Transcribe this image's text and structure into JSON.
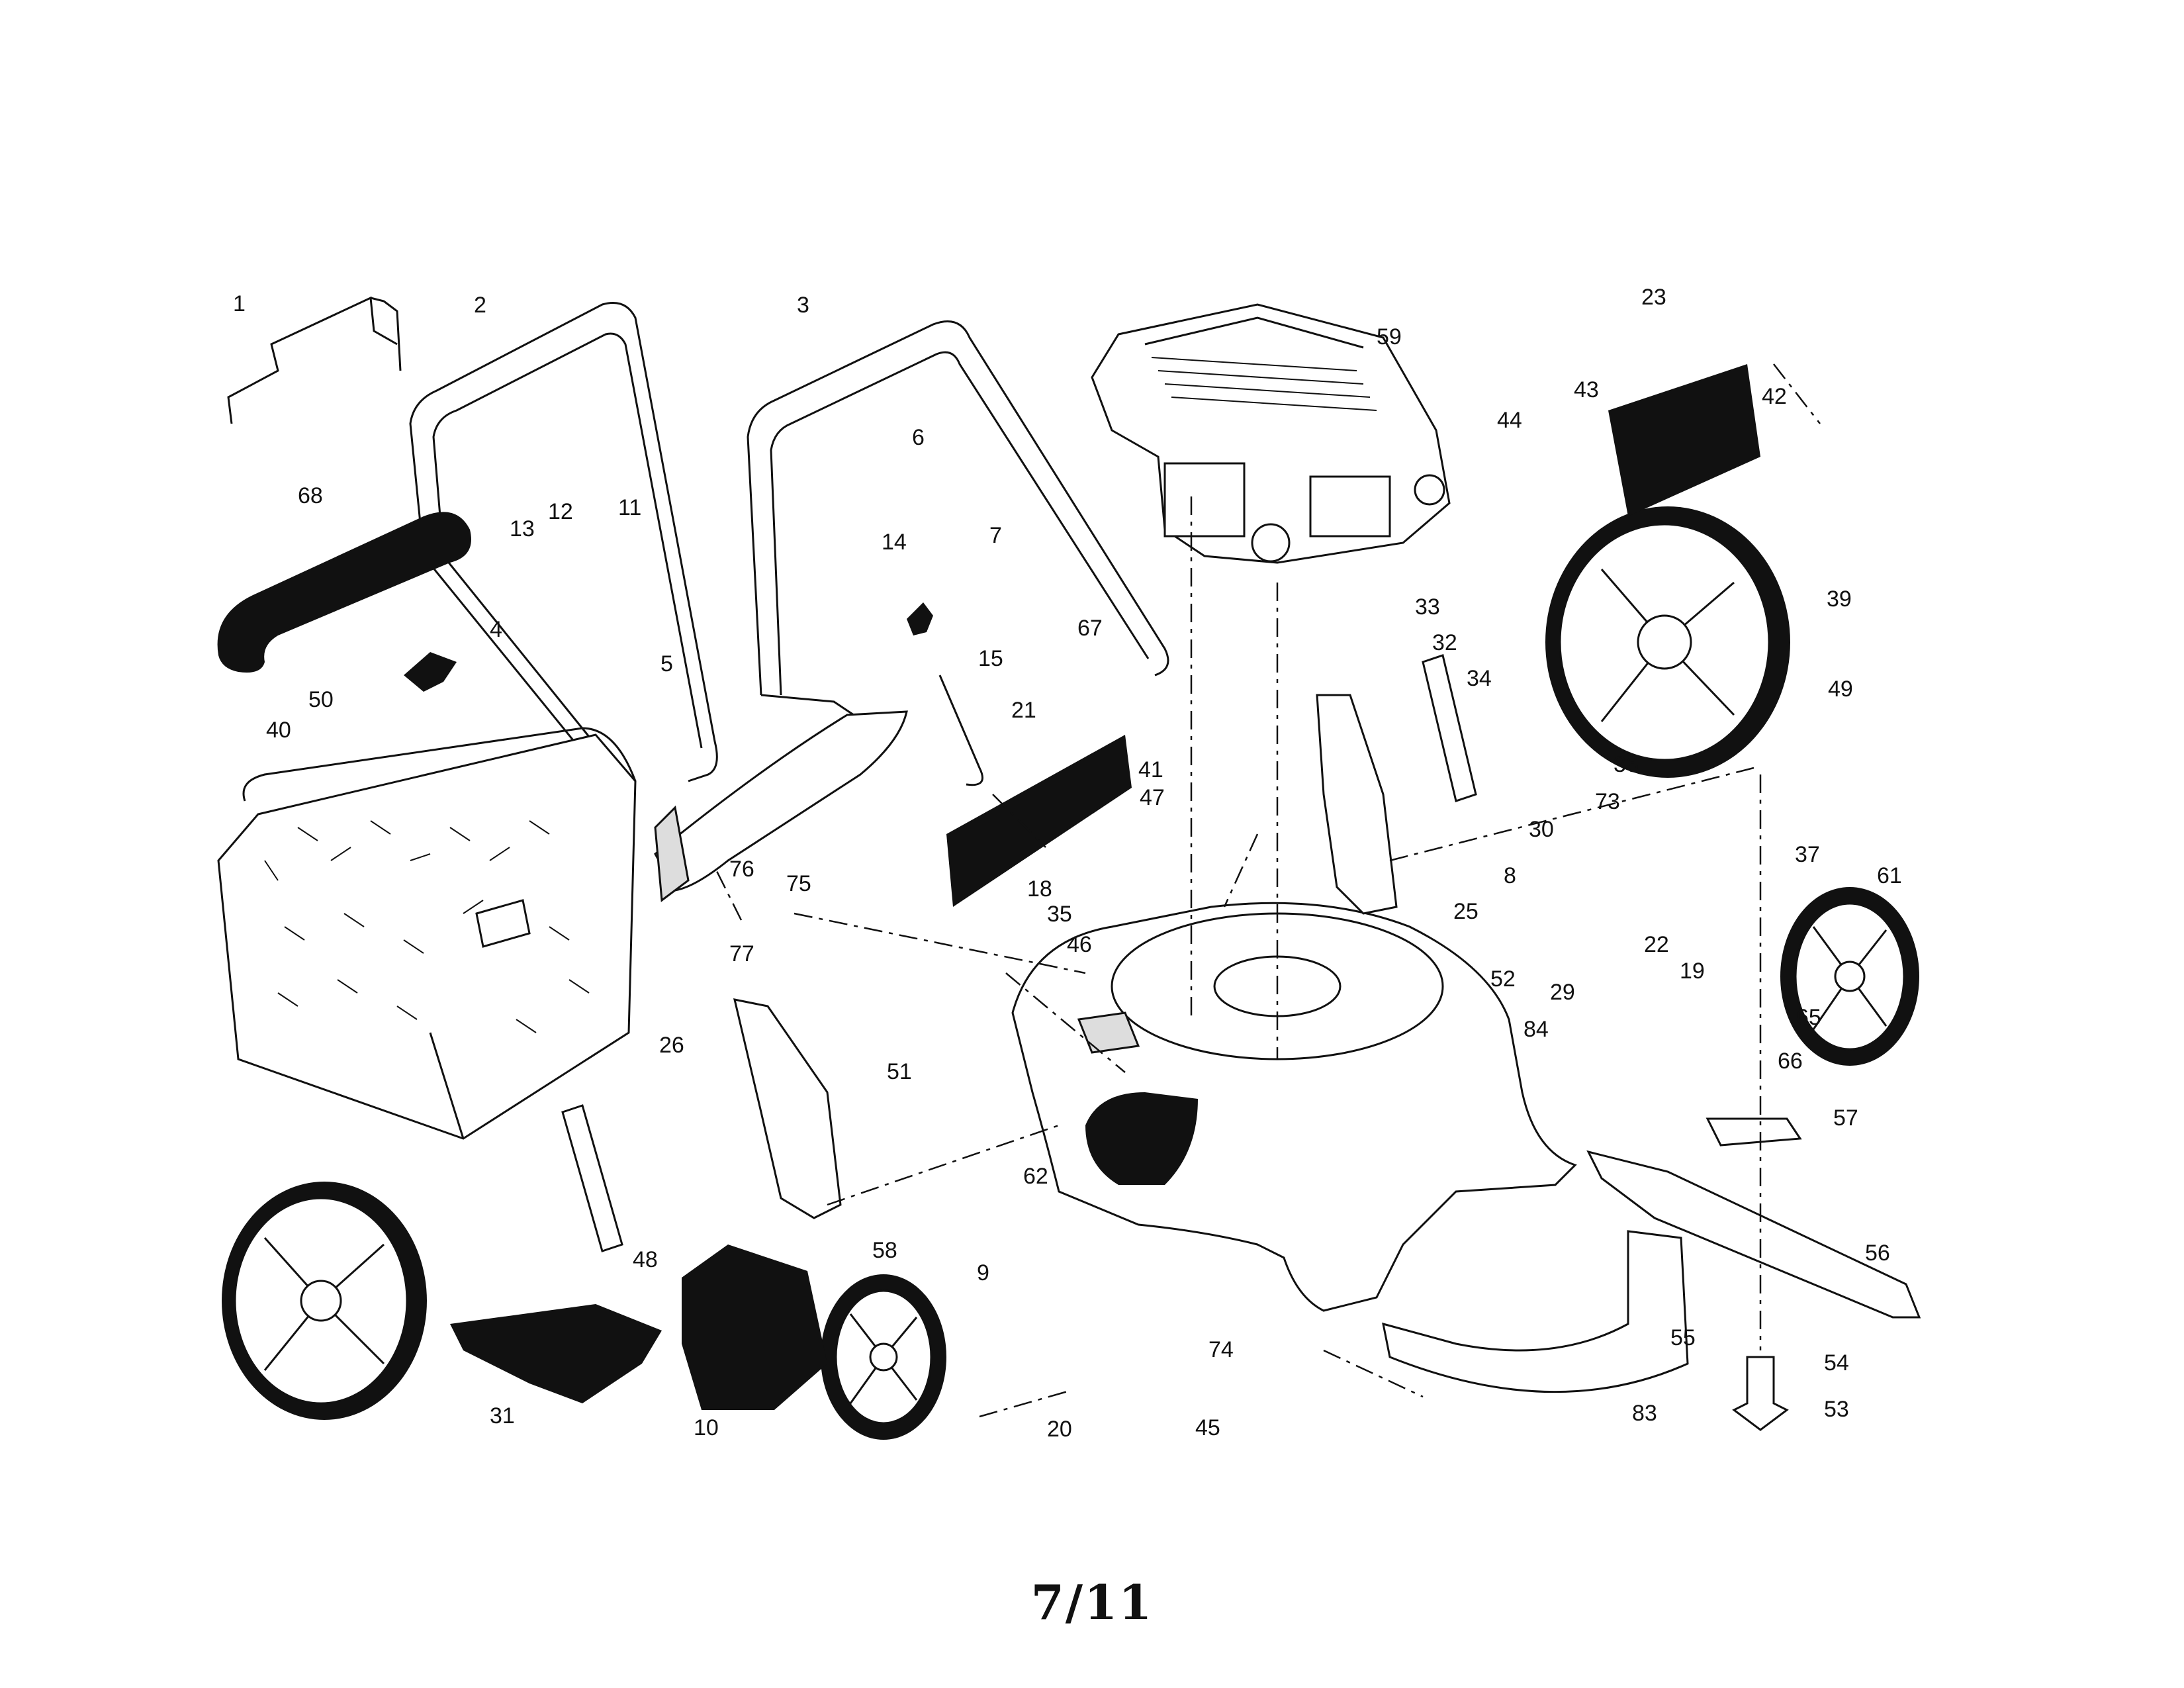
{
  "page_number": "7/11",
  "colors": {
    "ink": "#111111",
    "paper": "#ffffff"
  },
  "callouts": [
    "1",
    "2",
    "3",
    "4",
    "5",
    "6",
    "7",
    "8",
    "9",
    "10",
    "11",
    "12",
    "13",
    "14",
    "15",
    "18",
    "19",
    "20",
    "21",
    "22",
    "23",
    "25",
    "26",
    "29",
    "30",
    "31",
    "32",
    "33",
    "34",
    "35",
    "36",
    "37",
    "39",
    "40",
    "41",
    "42",
    "43",
    "44",
    "45",
    "46",
    "47",
    "48",
    "49",
    "50",
    "51",
    "52",
    "53",
    "54",
    "55",
    "56",
    "57",
    "58",
    "59",
    "61",
    "62",
    "65",
    "66",
    "67",
    "68",
    "73",
    "74",
    "75",
    "76",
    "77",
    "83",
    "84"
  ]
}
